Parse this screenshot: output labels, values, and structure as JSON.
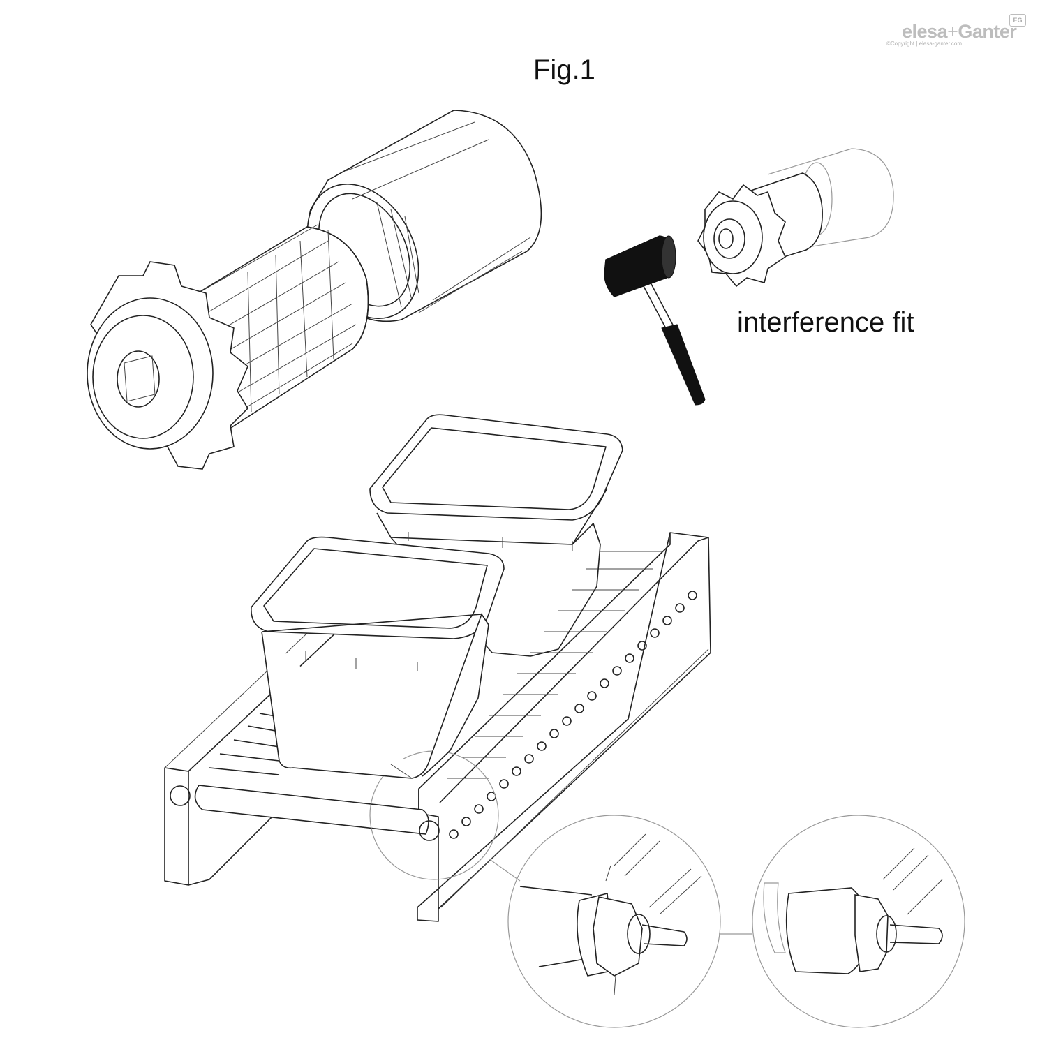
{
  "figure": {
    "title": "Fig.1",
    "annotation": "interference fit"
  },
  "brand": {
    "logo_main": "elesa",
    "logo_plus": "+",
    "logo_second": "Ganter",
    "mark": "EG",
    "copyright": "©Copyright | elesa-ganter.com"
  },
  "colors": {
    "line": "#222222",
    "brand_grey": "#bdbdbd",
    "mallet_head": "#111111",
    "background": "#ffffff"
  }
}
